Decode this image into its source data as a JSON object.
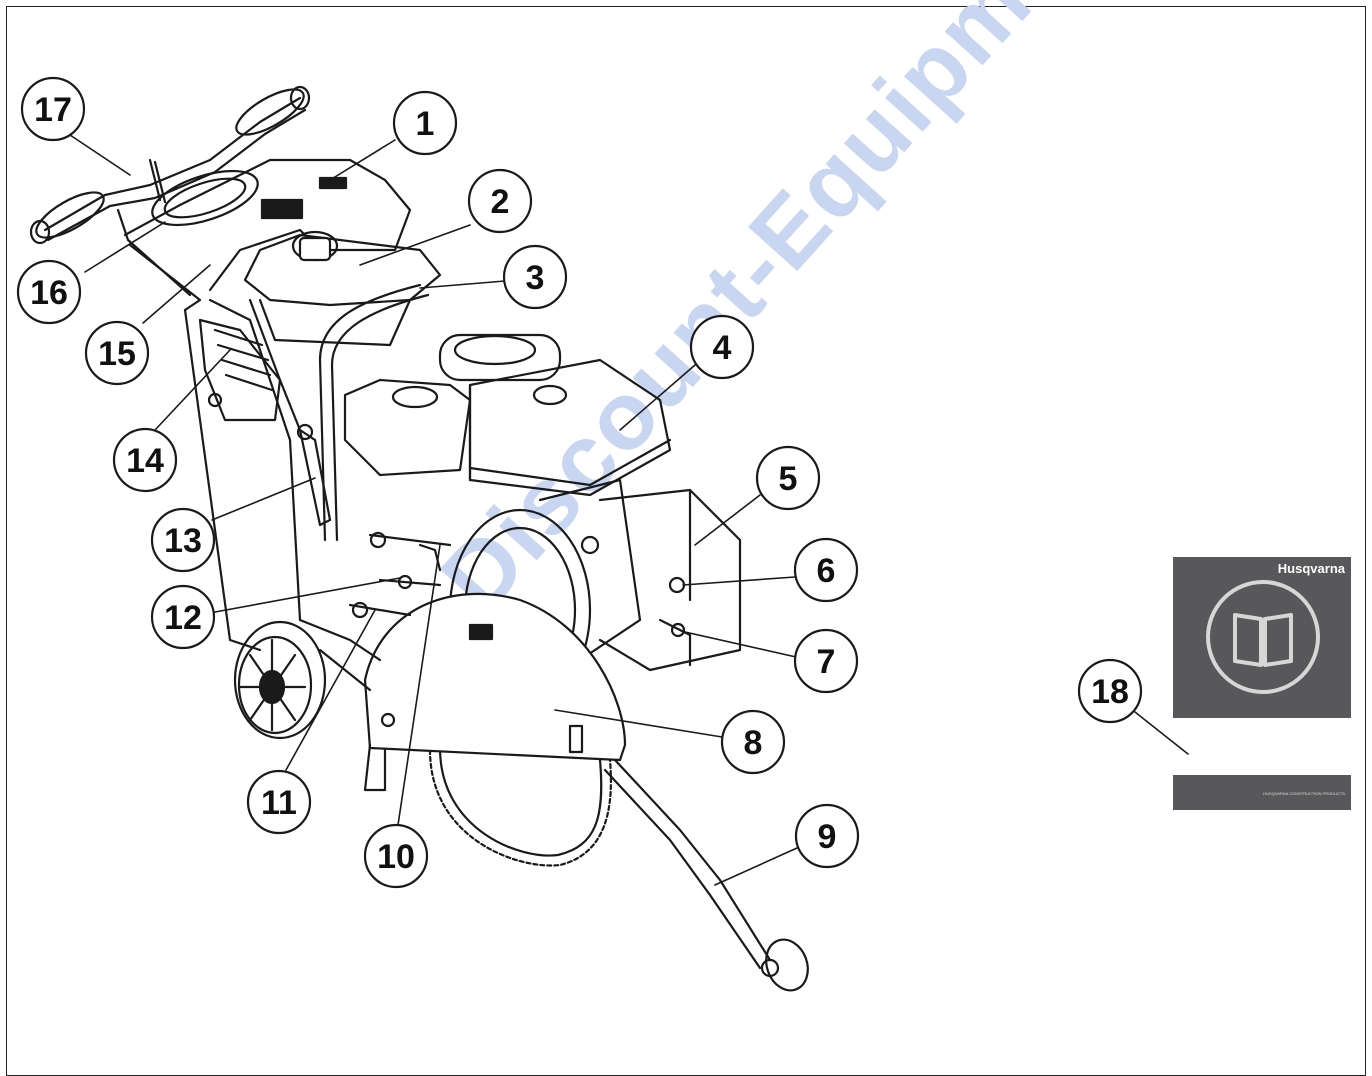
{
  "callouts": [
    "1",
    "2",
    "3",
    "4",
    "5",
    "6",
    "7",
    "8",
    "9",
    "10",
    "11",
    "12",
    "13",
    "14",
    "15",
    "16",
    "17",
    "18"
  ],
  "manual": {
    "brand": "Husqvarna",
    "footer": "HUSQVARNA CONSTRUCTION PRODUCTS",
    "icon": "open-book-icon"
  },
  "watermark": "Discount-Equipment.com"
}
